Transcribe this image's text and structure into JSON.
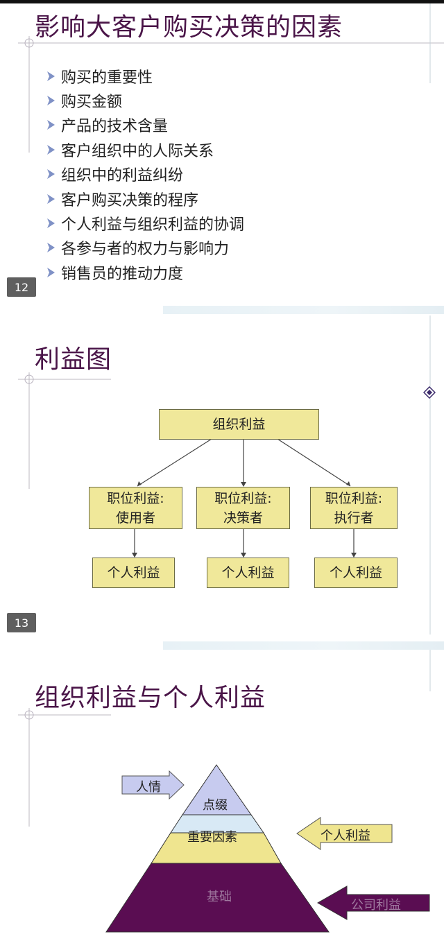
{
  "slide12": {
    "title": "影响大客户购买决策的因素",
    "bullets": [
      "购买的重要性",
      "购买金额",
      "产品的技术含量",
      "客户组织中的人际关系",
      "组织中的利益纠纷",
      "客户购买决策的程序",
      "个人利益与组织利益的协调",
      "各参与者的权力与影响力",
      "销售员的推动力度"
    ],
    "page_number": "12"
  },
  "slide13": {
    "title": "利益图",
    "root": "组织利益",
    "positions": [
      {
        "line1": "职位利益:",
        "line2": "使用者"
      },
      {
        "line1": "职位利益:",
        "line2": "决策者"
      },
      {
        "line1": "职位利益:",
        "line2": "执行者"
      }
    ],
    "personal": [
      "个人利益",
      "个人利益",
      "个人利益"
    ],
    "page_number": "13"
  },
  "slide14": {
    "title": "组织利益与个人利益",
    "pyramid": {
      "top": "点缀",
      "middle": "重要因素",
      "base": "基础"
    },
    "arrows": {
      "renqing": "人情",
      "personal": "个人利益",
      "company": "公司利益"
    }
  },
  "colors": {
    "title": "#4a1548",
    "box_fill": "#f0e89a",
    "pyramid_top": "#c7cbef",
    "pyramid_band": "#d8e9f5",
    "pyramid_mid": "#efe58f",
    "pyramid_base": "#5a0d52",
    "bullet_arrow": "#7f91c6"
  },
  "icons": {
    "bullet": "chevron-right-icon",
    "slide_marker": "diamond-icon"
  }
}
